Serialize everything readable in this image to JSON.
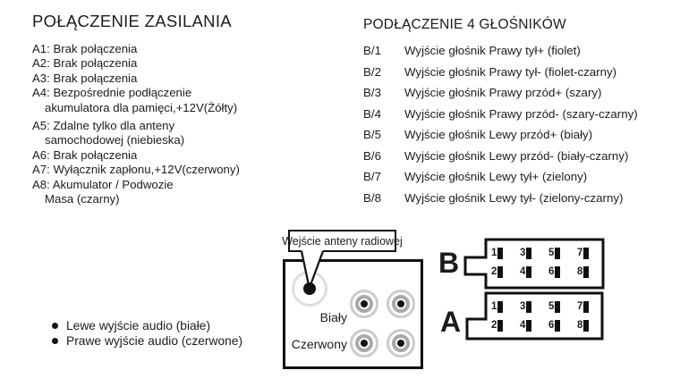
{
  "power_section": {
    "title": "POŁĄCZENIE ZASILANIA",
    "items": [
      {
        "lines": [
          "A1: Brak połączenia"
        ]
      },
      {
        "lines": [
          "A2: Brak połączenia"
        ]
      },
      {
        "lines": [
          "A3: Brak połączenia"
        ]
      },
      {
        "lines": [
          "A4: Bezpośrednie podłączenie",
          "akumulatora dla pamięci,+12V(Żółty)"
        ]
      },
      {
        "lines": [
          "A5: Zdalne tylko dla anteny",
          "samochodowej (niebieska)"
        ]
      },
      {
        "lines": [
          "A6: Brak połączenia"
        ]
      },
      {
        "lines": [
          "A7: Wyłącznik zapłonu,+12V(czerwony)"
        ]
      },
      {
        "lines": [
          "A8: Akumulator / Podwozie",
          "Masa (czarny)"
        ]
      }
    ]
  },
  "speaker_section": {
    "title": "PODŁĄCZENIE 4 GŁOŚNIKÓW",
    "items": [
      {
        "pin": "B/1",
        "desc": "Wyjście głośnik Prawy tył+ (fiolet)"
      },
      {
        "pin": "B/2",
        "desc": "Wyjście głośnik Prawy tył- (fiolet-czarny)"
      },
      {
        "pin": "B/3",
        "desc": "Wyjście głośnik Prawy przód+ (szary)"
      },
      {
        "pin": "B/4",
        "desc": "Wyjście głośnik Prawy przód- (szary-czarny)"
      },
      {
        "pin": "B/5",
        "desc": "Wyjście głośnik Lewy przód+ (biały)"
      },
      {
        "pin": "B/6",
        "desc": "Wyjście głośnik Lewy przód- (biały-czarny)"
      },
      {
        "pin": "B/7",
        "desc": "Wyjście głośnik Lewy tył+ (zielony)"
      },
      {
        "pin": "B/8",
        "desc": "Wyjście głośnik Lewy tył- (zielony-czarny)"
      }
    ]
  },
  "audio_outputs": {
    "items": [
      "Lewe wyjście audio (białe)",
      "Prawe wyjście audio (czerwone)"
    ]
  },
  "rear_panel": {
    "antenna_callout": "Wejście anteny radiowej",
    "row_labels": [
      "Biały",
      "Czerwony"
    ]
  },
  "connectors": [
    {
      "label": "B",
      "pins_top": [
        "1",
        "3",
        "5",
        "7"
      ],
      "pins_bottom": [
        "2",
        "4",
        "6",
        "8"
      ]
    },
    {
      "label": "A",
      "pins_top": [
        "1",
        "3",
        "5",
        "7"
      ],
      "pins_bottom": [
        "2",
        "4",
        "6",
        "8"
      ]
    }
  ],
  "colors": {
    "background": "#ffffff",
    "ink": "#111111",
    "jack_outer_ring": "#cccccc",
    "jack_inner_ring": "#a9a9a9"
  }
}
